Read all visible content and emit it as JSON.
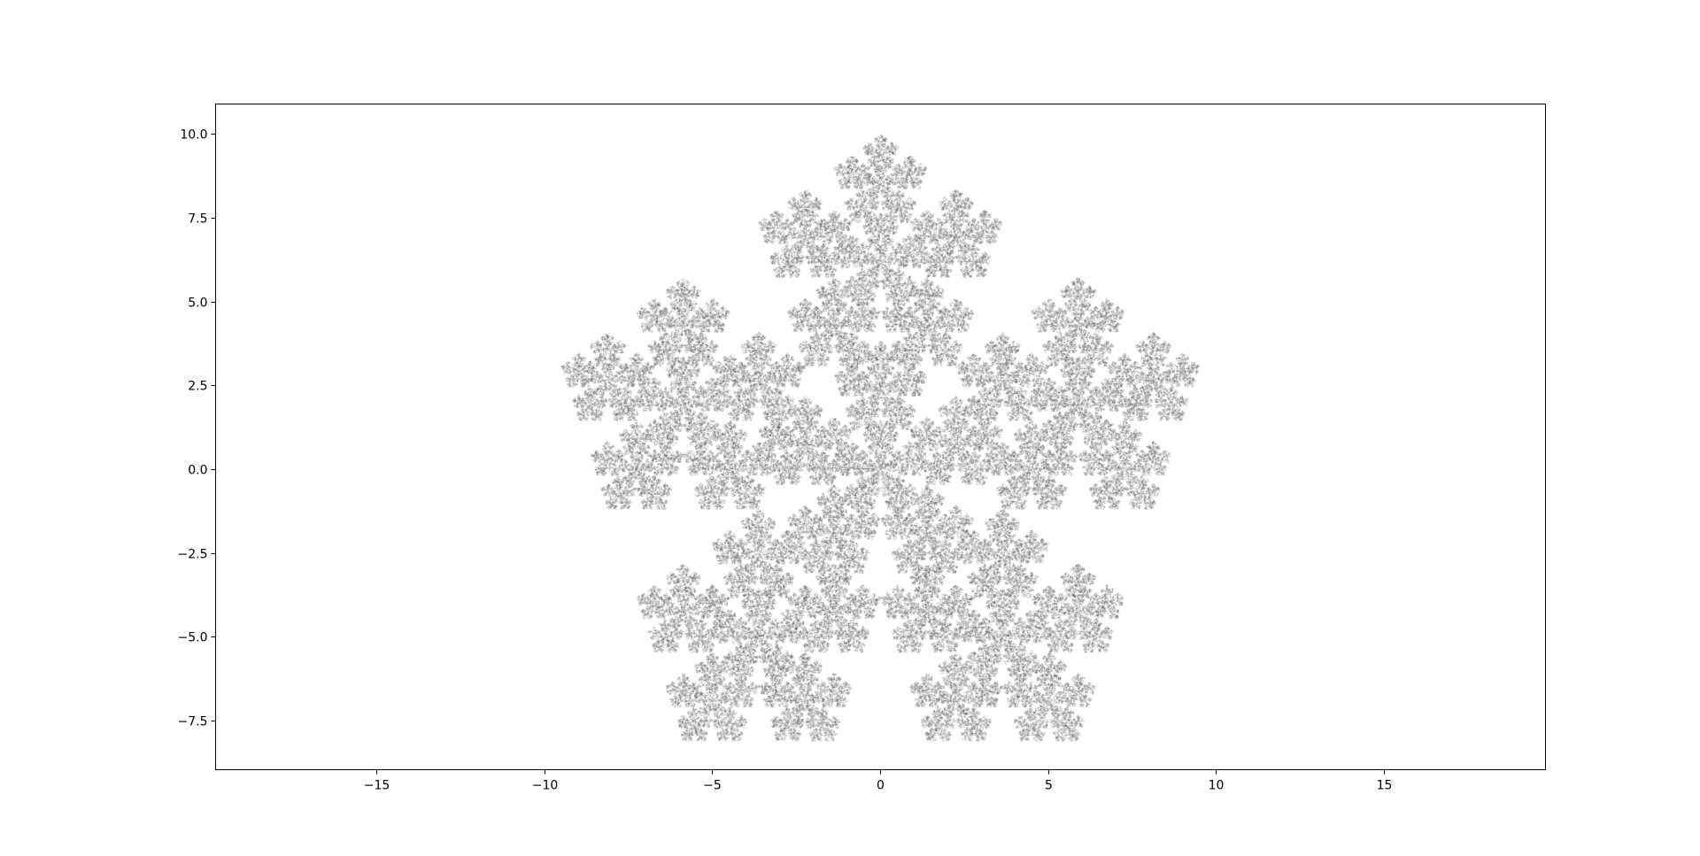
{
  "chart_data": {
    "type": "scatter",
    "title": "",
    "xlabel": "",
    "ylabel": "",
    "xlim": [
      -19.8,
      19.8
    ],
    "ylim": [
      -8.95,
      10.9
    ],
    "grid": false,
    "legend": "none",
    "x_ticks": [
      {
        "value": -15,
        "label": "−15"
      },
      {
        "value": -10,
        "label": "−10"
      },
      {
        "value": -5,
        "label": "−5"
      },
      {
        "value": 0,
        "label": "0"
      },
      {
        "value": 5,
        "label": "5"
      },
      {
        "value": 10,
        "label": "10"
      },
      {
        "value": 15,
        "label": "15"
      }
    ],
    "y_ticks": [
      {
        "value": 10.0,
        "label": "10.0"
      },
      {
        "value": 7.5,
        "label": "7.5"
      },
      {
        "value": 5.0,
        "label": "5.0"
      },
      {
        "value": 2.5,
        "label": "2.5"
      },
      {
        "value": 0.0,
        "label": "0.0"
      },
      {
        "value": -2.5,
        "label": "−2.5"
      },
      {
        "value": -5.0,
        "label": "−5.0"
      },
      {
        "value": -7.5,
        "label": "−7.5"
      }
    ],
    "series": [
      {
        "kind": "chaos-game pentaflake (iterated function system)",
        "vertices": [
          [
            0.0,
            10.0
          ],
          [
            9.511,
            3.09
          ],
          [
            5.878,
            -8.09
          ],
          [
            -5.878,
            -8.09
          ],
          [
            -9.511,
            3.09
          ]
        ],
        "center": [
          0.0,
          0.0
        ],
        "contraction_ratio": 0.382,
        "point_color": "#000000",
        "point_alpha": 0.22,
        "point_count": 150000
      }
    ]
  }
}
